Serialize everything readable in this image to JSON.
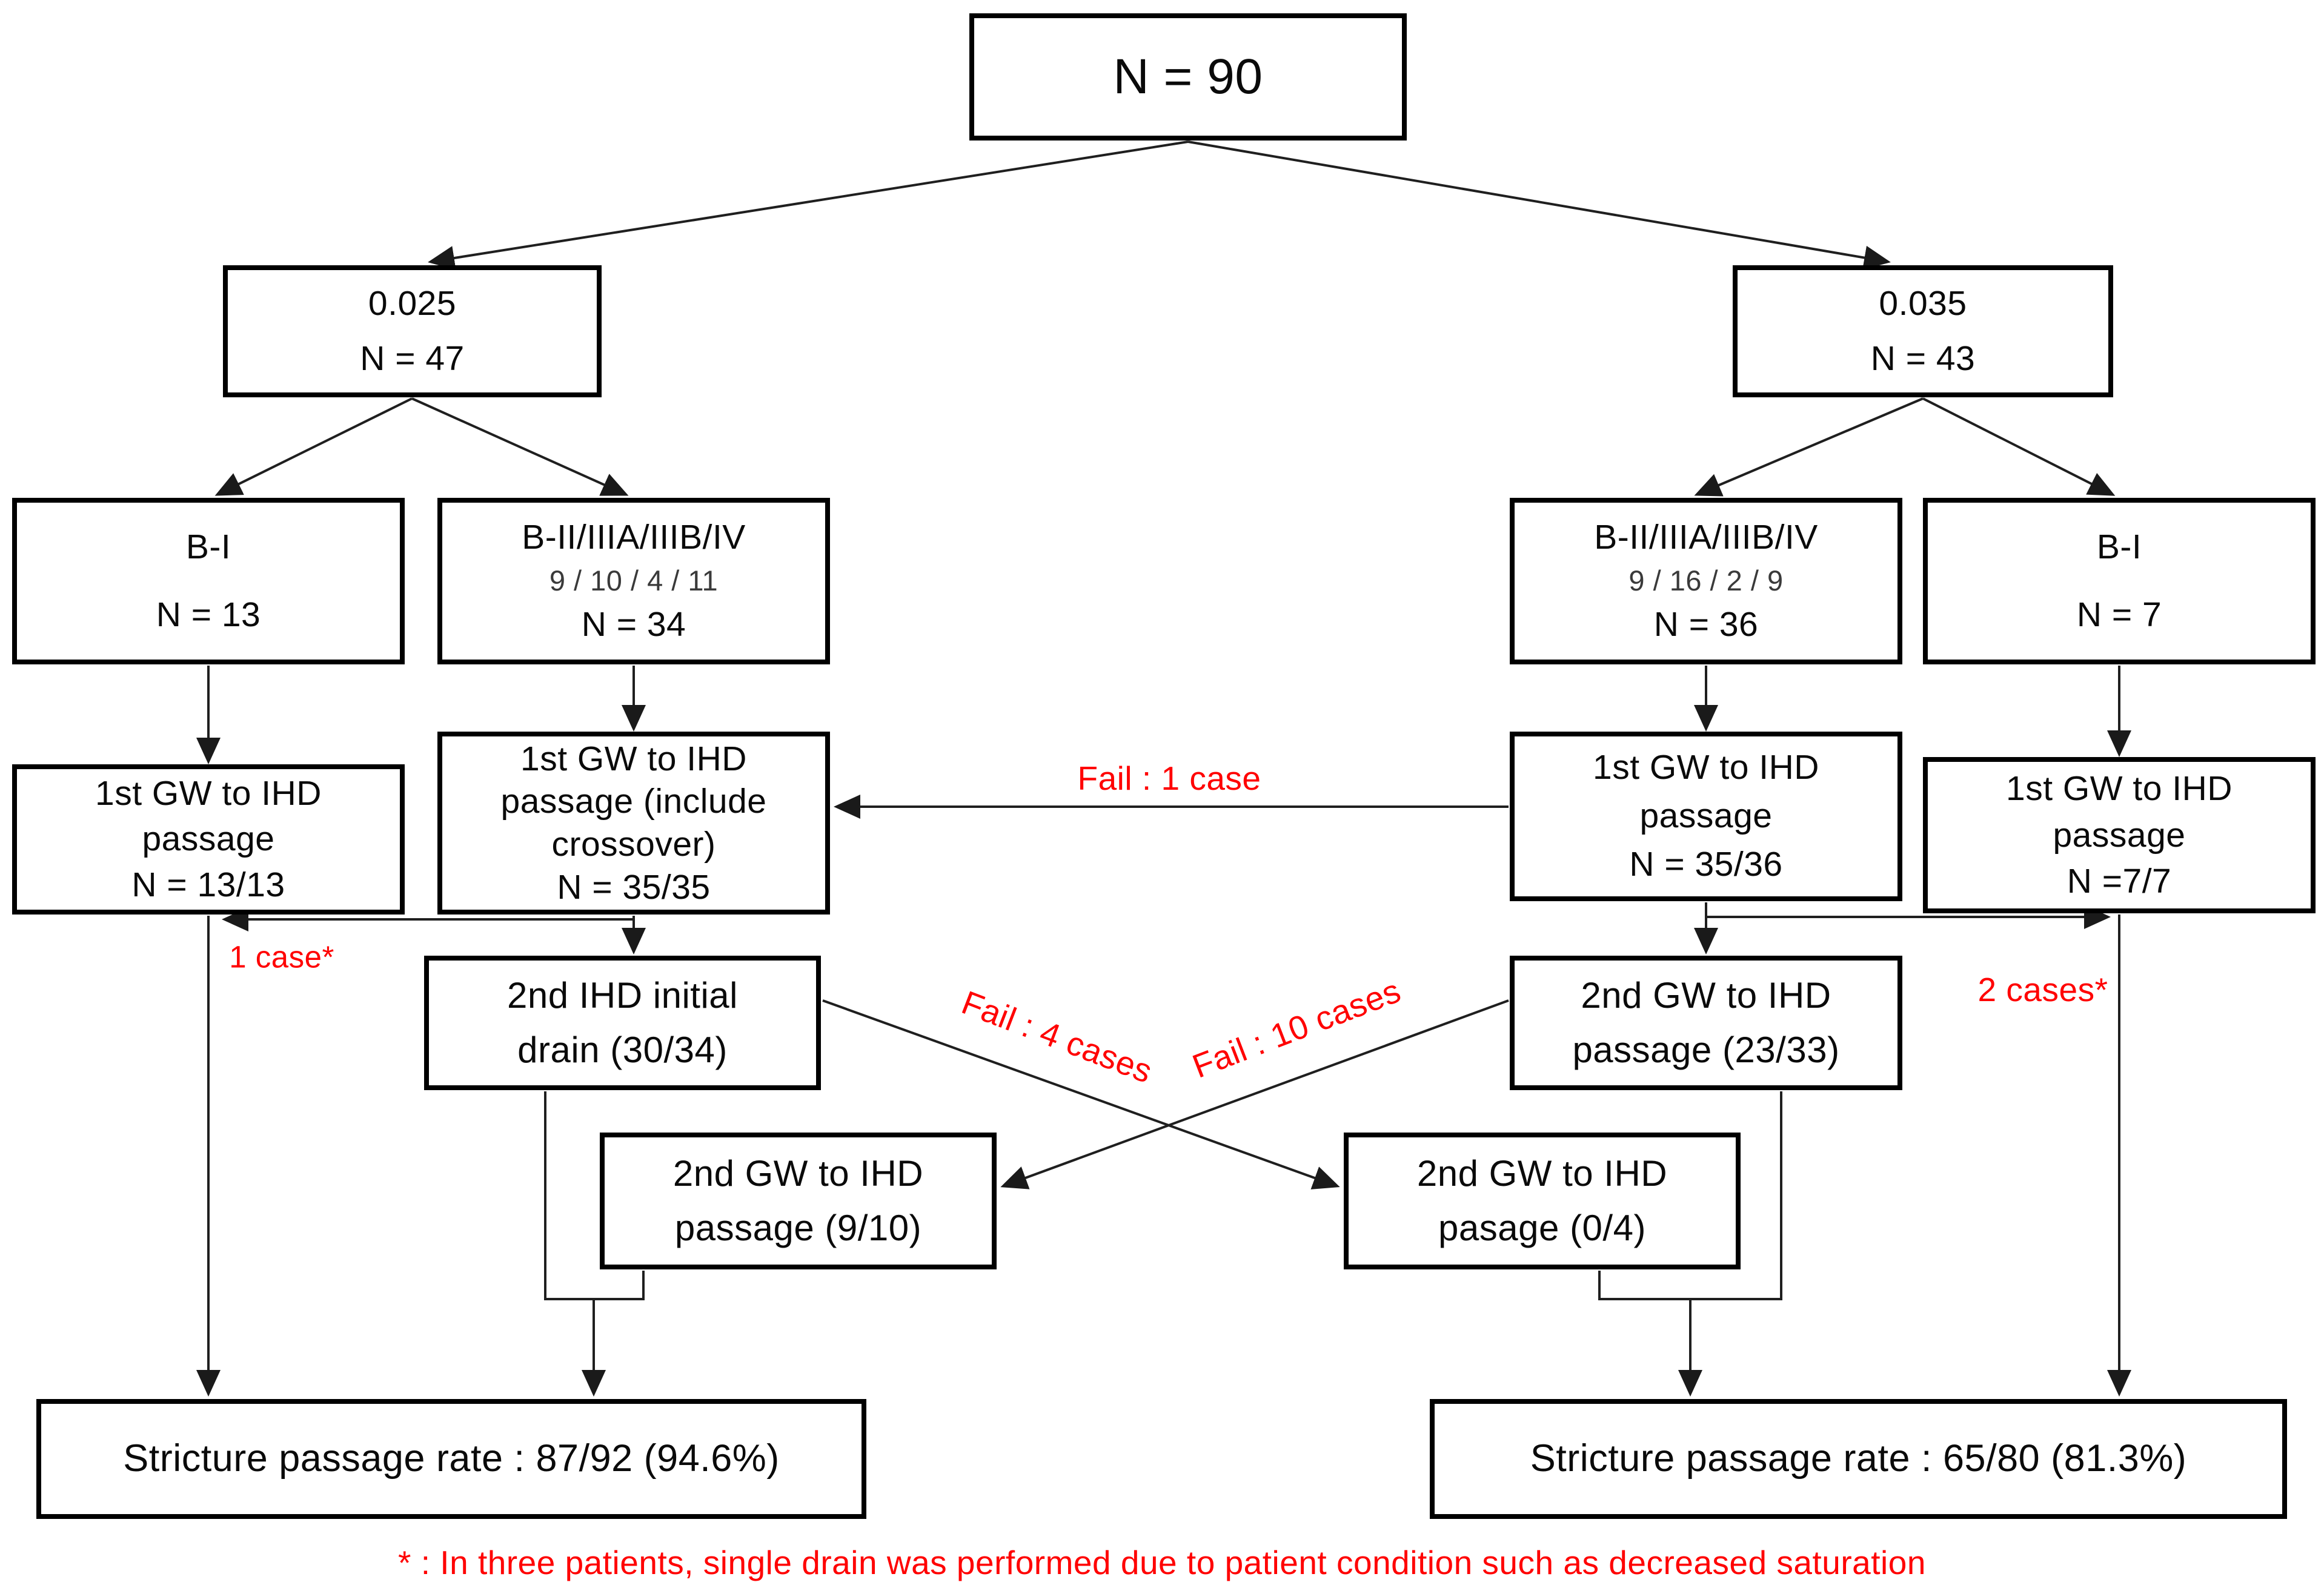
{
  "colors": {
    "background": "#ffffff",
    "box_border": "#000000",
    "text": "#000000",
    "annotation_red": "#ff0000",
    "connector": "#1f1f1f"
  },
  "nodes": {
    "total": {
      "lines": [
        "N = 90"
      ]
    },
    "dose_025": {
      "lines": [
        "0.025",
        "N = 47"
      ]
    },
    "dose_035": {
      "lines": [
        "0.035",
        "N = 43"
      ]
    },
    "left_b1": {
      "lines": [
        "B-I",
        "N = 13"
      ]
    },
    "left_b2": {
      "lines": [
        "B-II/IIIA/IIIB/IV",
        "9 / 10 / 4 / 11",
        "N = 34"
      ]
    },
    "right_b2": {
      "lines": [
        "B-II/IIIA/IIIB/IV",
        "9 / 16 / 2 / 9",
        "N = 36"
      ]
    },
    "right_b1": {
      "lines": [
        "B-I",
        "N = 7"
      ]
    },
    "left_b1_pass": {
      "lines": [
        "1st GW to IHD",
        "passage",
        "N = 13/13"
      ]
    },
    "left_b2_pass": {
      "lines": [
        "1st GW to IHD",
        "passage (include",
        "crossover)",
        "N = 35/35"
      ]
    },
    "right_b2_pass": {
      "lines": [
        "1st GW to IHD",
        "passage",
        "N = 35/36"
      ]
    },
    "right_b1_pass": {
      "lines": [
        "1st GW to IHD",
        "passage",
        "N =7/7"
      ]
    },
    "left_drain": {
      "lines": [
        "2nd IHD initial",
        "drain (30/34)"
      ]
    },
    "right_2nd_pass": {
      "lines": [
        "2nd GW to IHD",
        "passage (23/33)"
      ]
    },
    "left_2nd_gw": {
      "lines": [
        "2nd GW to IHD",
        "passage (9/10)"
      ]
    },
    "right_2nd_gw": {
      "lines": [
        "2nd GW to IHD",
        "pasage (0/4)"
      ]
    },
    "left_result": {
      "lines": [
        "Stricture passage rate : 87/92 (94.6%)"
      ]
    },
    "right_result": {
      "lines": [
        "Stricture passage rate : 65/80 (81.3%)"
      ]
    }
  },
  "annotations": {
    "fail_1_case": "Fail : 1 case",
    "fail_4_cases": "Fail : 4 cases",
    "fail_10_cases": "Fail : 10 cases",
    "one_case": "1 case*",
    "two_cases": "2 cases*",
    "footnote": "* : In three patients, single drain was performed due to patient condition such as decreased saturation"
  }
}
